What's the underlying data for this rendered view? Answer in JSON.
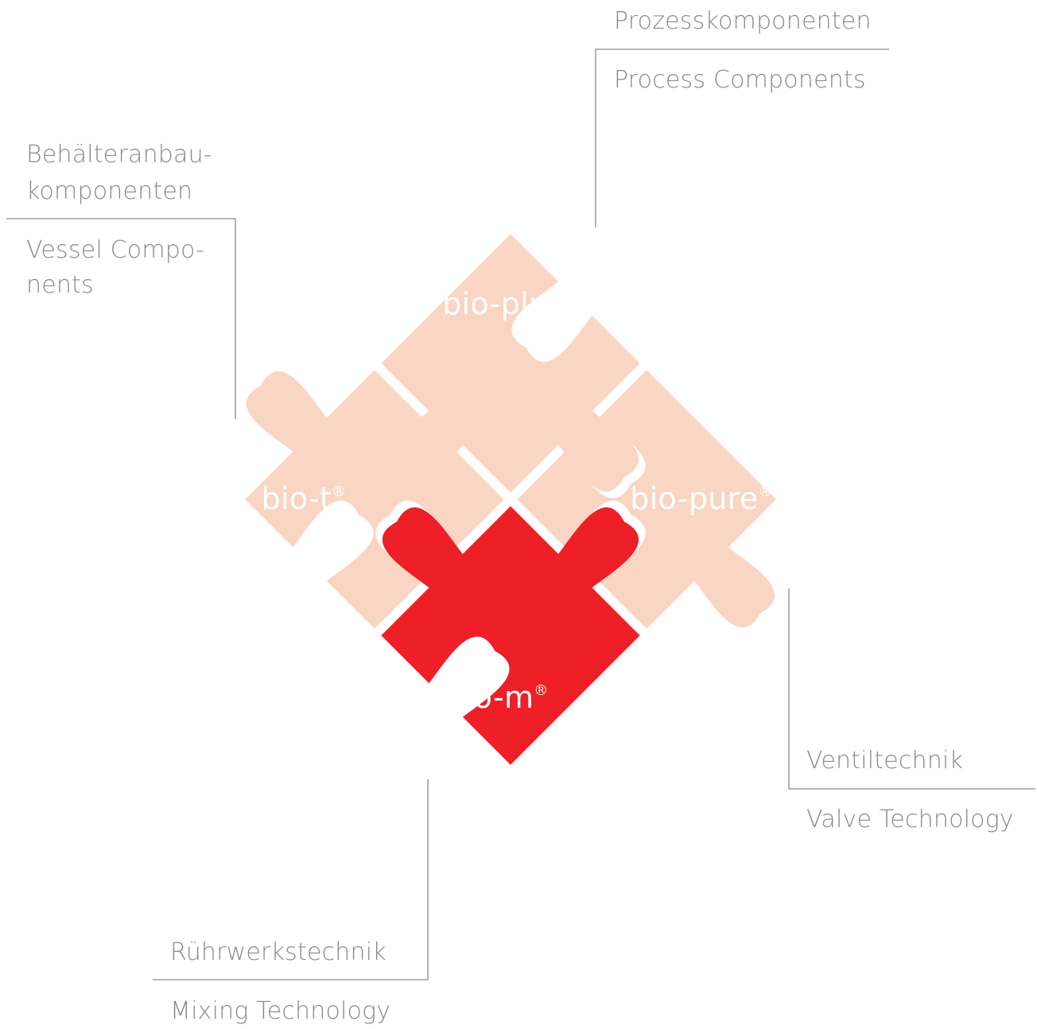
{
  "colors": {
    "piece_light": "#f9d5c3",
    "piece_active": "#ee1f27",
    "piece_text_light": "#ffffff",
    "piece_text_active": "#ffffff",
    "line": "#8a8a8a",
    "label_text": "#8a8a8a"
  },
  "pieces": [
    {
      "key": "bio_plus",
      "name": "bio-plus",
      "mark": "®",
      "active": false
    },
    {
      "key": "bio_t",
      "name": "bio-t",
      "mark": "®",
      "active": false
    },
    {
      "key": "bio_pure",
      "name": "bio-pure",
      "mark": "®",
      "active": false
    },
    {
      "key": "bio_m",
      "name": "bio-m",
      "mark": "®",
      "active": true
    }
  ],
  "labels": {
    "process": {
      "de": "Prozesskomponenten",
      "en": "Process Components"
    },
    "vessel": {
      "de_1": "Behälteranbau-",
      "de_2": "komponenten",
      "en_1": "Vessel Compo-",
      "en_2": "nents"
    },
    "valve": {
      "de": "Ventiltechnik",
      "en": "Valve Technology"
    },
    "mixing": {
      "de": "Rührwerkstechnik",
      "en": "Mixing Technology"
    }
  }
}
